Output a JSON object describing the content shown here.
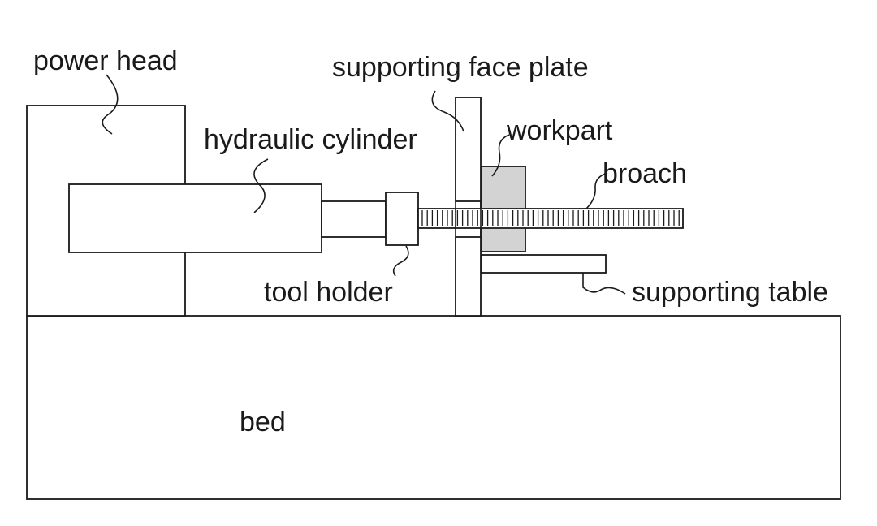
{
  "labels": {
    "power_head": "power head",
    "hydraulic_cylinder": "hydraulic cylinder",
    "supporting_face_plate": "supporting face plate",
    "workpart": "workpart",
    "broach": "broach",
    "tool_holder": "tool holder",
    "supporting_table": "supporting table",
    "bed": "bed"
  },
  "colors": {
    "line": "#1a1a1a",
    "workpart_fill": "#d3d3d3",
    "background": "#ffffff"
  }
}
